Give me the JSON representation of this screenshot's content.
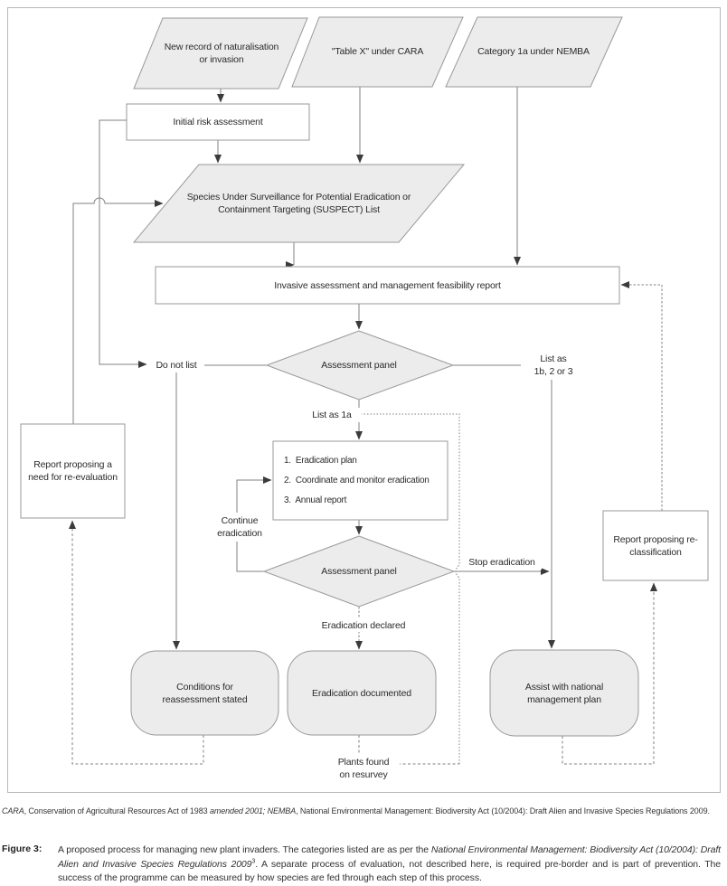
{
  "figure": {
    "nodes": {
      "new_record": "New record of naturalisation\nor invasion",
      "table_x": "\"Table X\" under CARA",
      "category_1a": "Category 1a under NEMBA",
      "initial_risk": "Initial risk assessment",
      "suspect": "Species Under Surveillance for Potential Eradication or\nContainment Targeting (SUSPECT) List",
      "feasibility": "Invasive assessment and management feasibility report",
      "panel_1": "Assessment panel",
      "panel_2": "Assessment panel",
      "eradication_steps": [
        "1.  Eradication plan",
        "2.  Coordinate and monitor eradication",
        "3.  Annual report"
      ],
      "report_reevaluation": "Report proposing a\nneed for re-evaluation",
      "report_reclassification": "Report proposing re-\nclassification",
      "conditions": "Conditions for\nreassessment stated",
      "eradication_documented": "Eradication documented",
      "assist": "Assist with national\nmanagement plan"
    },
    "edge_labels": {
      "do_not_list": "Do not list",
      "list_1b_2_3": "List as\n1b, 2 or 3",
      "list_1a": "List as 1a",
      "continue_eradication": "Continue\neradication",
      "stop_eradication": "Stop eradication",
      "eradication_declared": "Eradication declared",
      "plants_found": "Plants found\non resurvey"
    },
    "colors": {
      "shape_fill": "#ececec",
      "shape_stroke": "#999999",
      "line": "#828282",
      "arrowhead": "#3b3b3b",
      "text": "#2b2b2b"
    }
  },
  "footnote": {
    "segments": [
      {
        "text": "CARA",
        "italic": true
      },
      {
        "text": ", Conservation of Agricultural Resources Act of 1983 "
      },
      {
        "text": "amended 2001; NEMBA",
        "italic": true
      },
      {
        "text": ", National Environmental Management: Biodiversity Act (10/2004): Draft Alien and Invasive Species Regulations 2009."
      }
    ]
  },
  "caption": {
    "label": "Figure 3:",
    "segments": [
      {
        "text": "A proposed process for managing new plant invaders. The categories listed are as per the "
      },
      {
        "text": "National Environmental Management: Biodiversity Act (10/2004): Draft Alien and Invasive Species Regulations 2009",
        "italic": true
      },
      {
        "text": "3",
        "sup": true
      },
      {
        "text": ". A separate process of evaluation, not described here, is required pre-border and is part of prevention. The success of the programme can be measured by how species are fed through each step of this process."
      }
    ]
  }
}
